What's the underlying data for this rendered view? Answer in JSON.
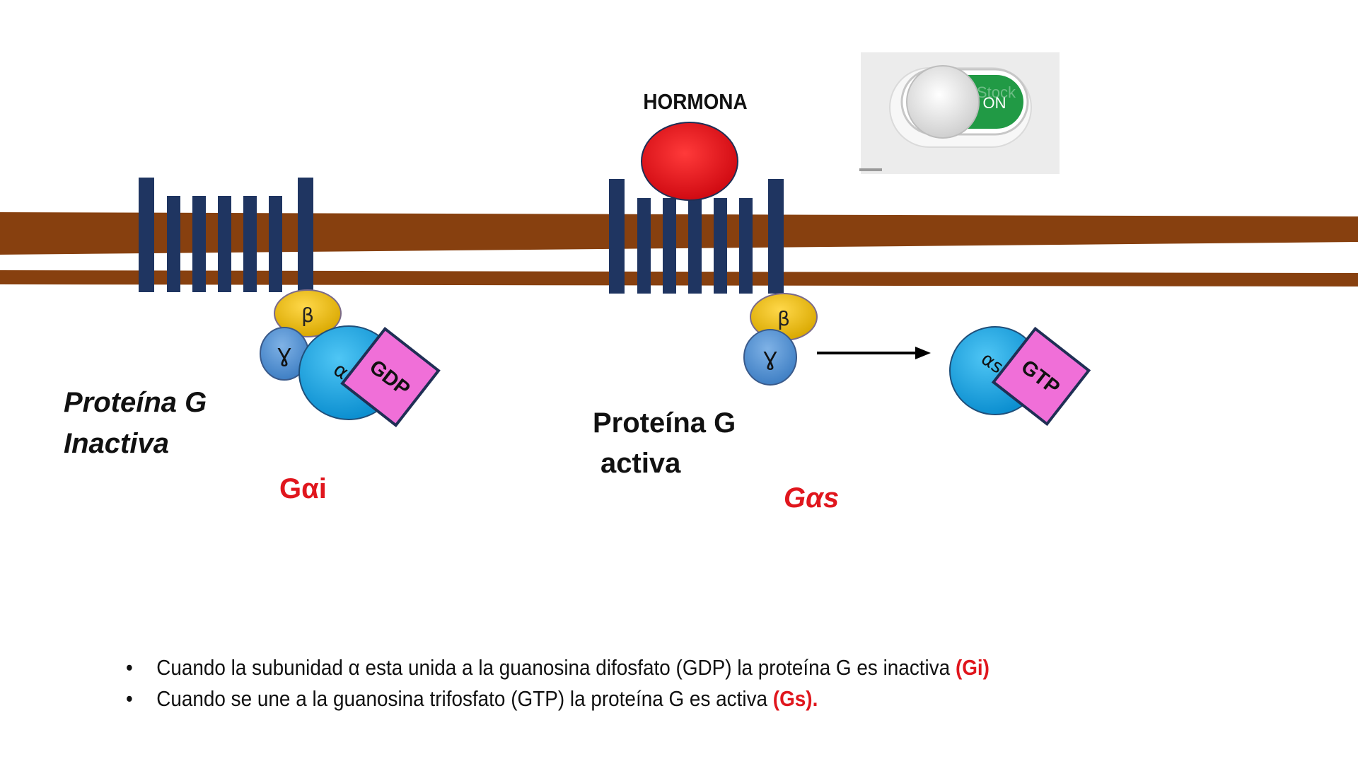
{
  "labels": {
    "hormone": "HORMONA",
    "inactive_line1": "Proteína  G",
    "inactive_line2": "Inactiva",
    "active_line1": "Proteína G",
    "active_line2": "activa",
    "g_alpha_i": "Gαi",
    "g_alpha_s": "Gαs"
  },
  "subunits": {
    "beta": "β",
    "gamma": "Ɣ",
    "alpha": "α",
    "alpha_s": "αs",
    "gdp": "GDP",
    "gtp": "GTP"
  },
  "switch": {
    "state": "ON",
    "watermark": "iStock"
  },
  "bullets": [
    {
      "marker": "•",
      "text": "Cuando la subunidad α esta unida a la guanosina difosfato (GDP)  la proteína G es inactiva ",
      "highlight": "(Gi)"
    },
    {
      "marker": "•",
      "text": "Cuando se une a la guanosina trifosfato (GTP) la proteína G es activa ",
      "highlight": "(Gs)."
    }
  ],
  "colors": {
    "membrane": "#87400f",
    "receptor": "#1f3561",
    "hormone": "#e8121b",
    "beta": "#f2c21a",
    "gamma": "#5b97d5",
    "alpha": "#1aa5e3",
    "nucleotide_box": "#f06fd8",
    "highlight_red": "#e0161d",
    "switch_green": "#219a45"
  }
}
